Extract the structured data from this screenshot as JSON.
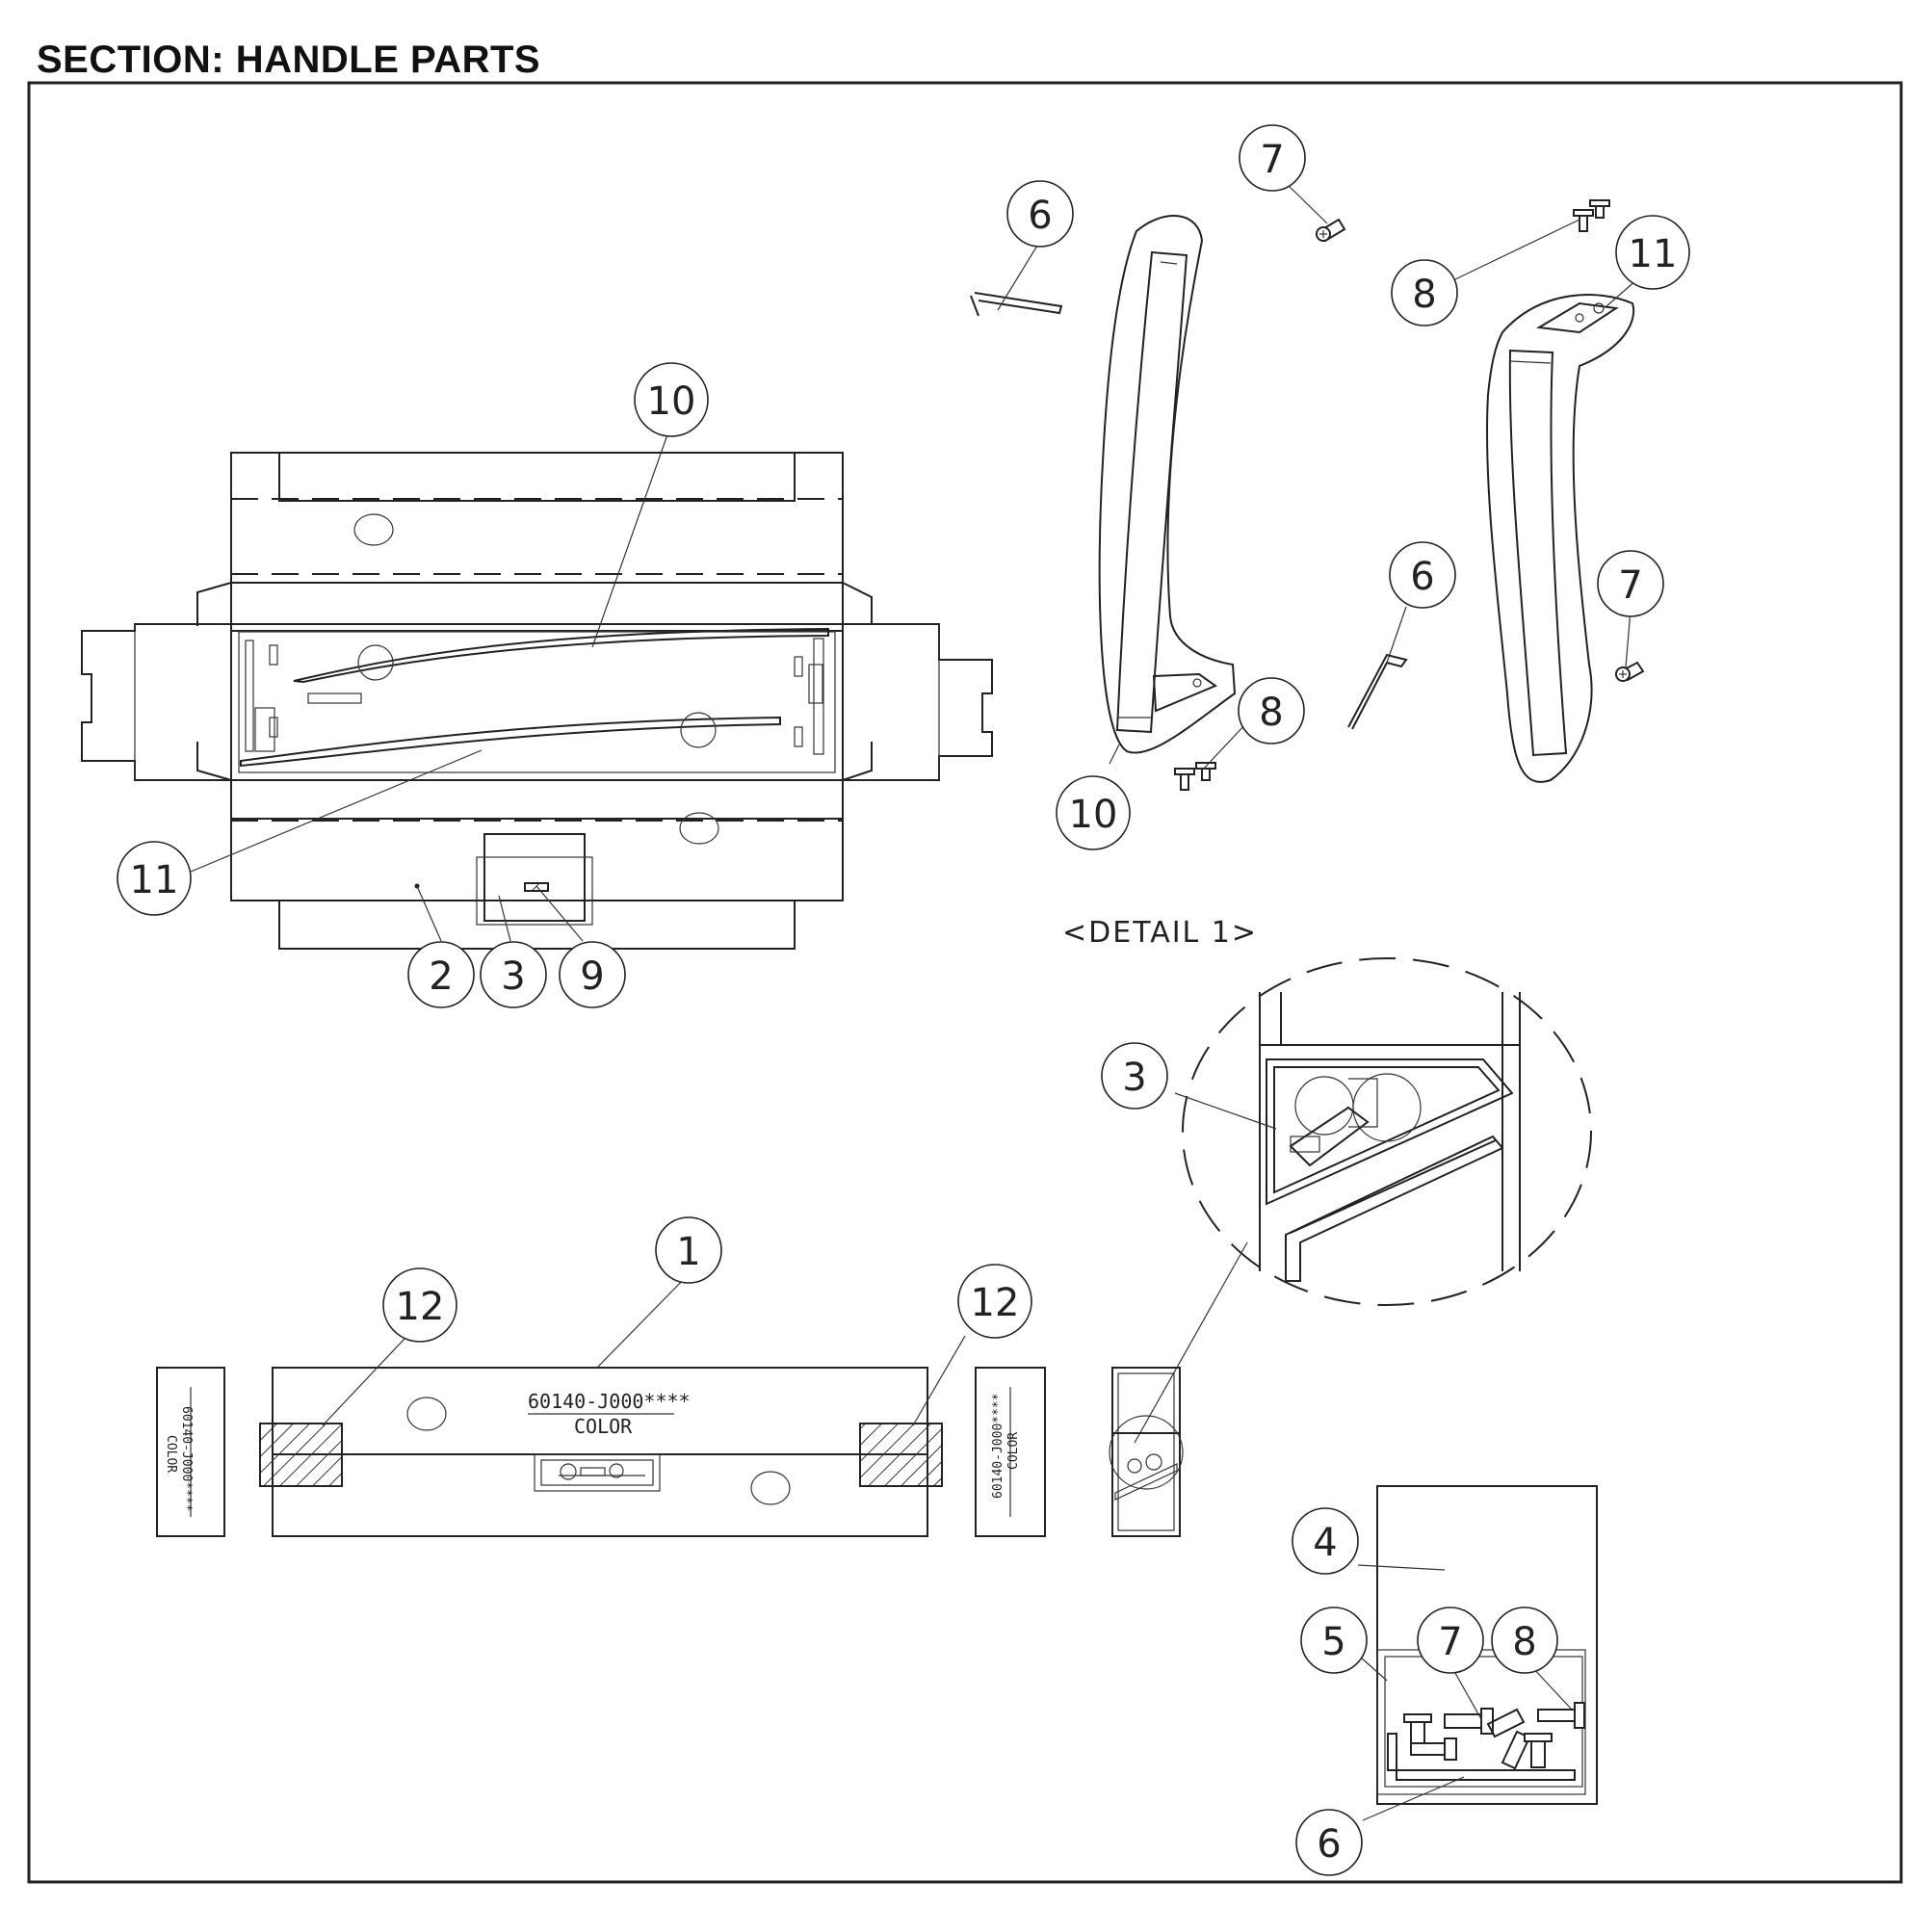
{
  "section_title": "SECTION: HANDLE PARTS",
  "detail_label": "<DETAIL 1>",
  "box_label": {
    "part_number": "60140-J000****",
    "color": "COLOR"
  },
  "callouts": {
    "c1": "1",
    "c2": "2",
    "c3_top": "3",
    "c3_detail": "3",
    "c4": "4",
    "c5": "5",
    "c6_top": "6",
    "c6_mid": "6",
    "c6_bottom": "6",
    "c7_top": "7",
    "c7_mid": "7",
    "c7_bottom": "7",
    "c8_top": "8",
    "c8_mid": "8",
    "c8_bottom": "8",
    "c9": "9",
    "c10_top": "10",
    "c10_handle": "10",
    "c11_top": "11",
    "c11_handle": "11",
    "c12_left": "12",
    "c12_right": "12"
  },
  "colors": {
    "line": "#222222",
    "background": "#ffffff"
  }
}
